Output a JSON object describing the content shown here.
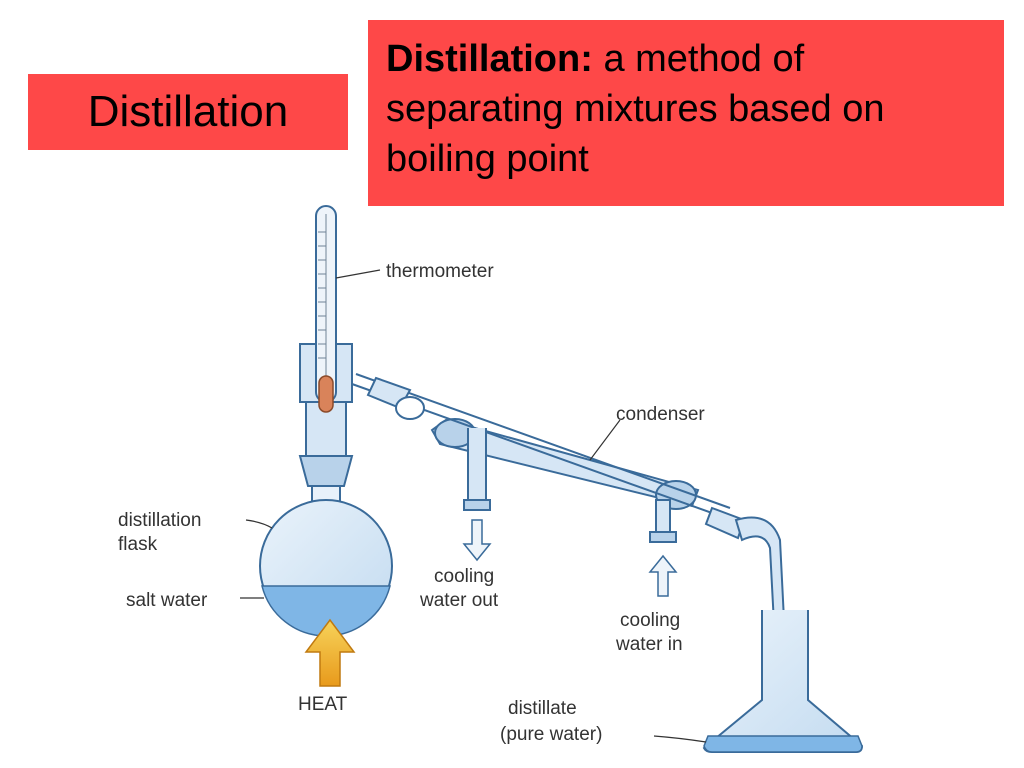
{
  "title": "Distillation",
  "definition": {
    "term": "Distillation:",
    "line1": " a method of",
    "line2": "separating mixtures based on",
    "line3": "boiling point"
  },
  "labels": {
    "thermometer": "thermometer",
    "condenser": "condenser",
    "distillation_flask_1": "distillation",
    "distillation_flask_2": "flask",
    "salt_water": "salt water",
    "heat": "HEAT",
    "cooling_out_1": "cooling",
    "cooling_out_2": "water out",
    "cooling_in_1": "cooling",
    "cooling_in_2": "water in",
    "distillate_1": "distillate",
    "distillate_2": "(pure water)"
  },
  "colors": {
    "box_red": "#fe4848",
    "glass_blue": "#bcd6ec",
    "glass_outline": "#3a6b9a",
    "liquid_blue": "#7fb6e6",
    "heat_arrow": "#f2b62a",
    "mercury": "#d9835a"
  }
}
